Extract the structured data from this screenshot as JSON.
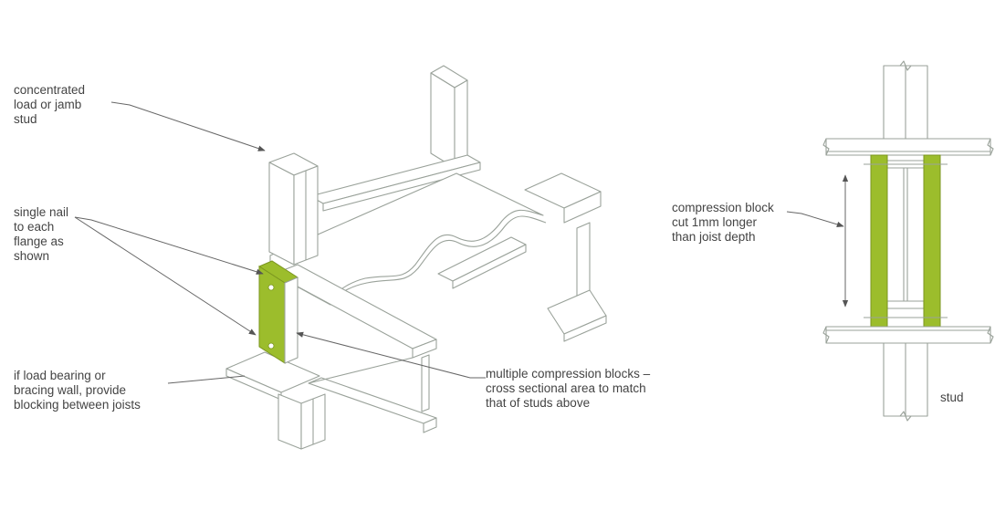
{
  "colors": {
    "line": "#9aa29a",
    "block": "#9cbd2c",
    "text": "#444444",
    "leader": "#666666"
  },
  "labels": {
    "load_stud": [
      "concentrated",
      "load or jamb",
      "stud"
    ],
    "single_nail": [
      "single nail",
      "to each",
      "flange as",
      "shown"
    ],
    "load_bearing": [
      "if load bearing or",
      "bracing wall, provide",
      "blocking between joists"
    ],
    "multiple_blocks": [
      "multiple compression blocks –",
      "cross sectional area to match",
      "that of studs above"
    ],
    "compression_block": [
      "compression block",
      "cut 1mm longer",
      "than joist depth"
    ],
    "stud": "stud"
  }
}
